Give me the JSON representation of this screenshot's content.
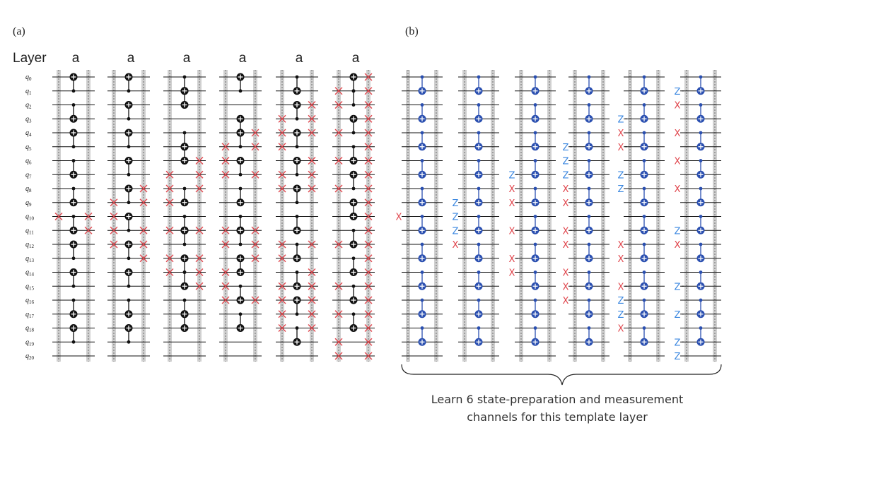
{
  "panels": {
    "a": {
      "label": "(a)",
      "layer_word": "Layer",
      "column_title": "a"
    },
    "b": {
      "label": "(b)"
    }
  },
  "qubit_prefix": "q",
  "qubit_indices": [
    "0",
    "1",
    "2",
    "3",
    "4",
    "5",
    "6",
    "7",
    "8",
    "9",
    "10",
    "11",
    "12",
    "13",
    "14",
    "15",
    "16",
    "17",
    "18",
    "19",
    "20"
  ],
  "caption": {
    "line1": "Learn 6 state-preparation and measurement",
    "line2": "channels for this template layer"
  },
  "gate_colors": {
    "cx_a": "#111111",
    "cx_b": "#2a4fb0",
    "x_error": "#e0454c",
    "z_label": "#3a87e0"
  },
  "icons": {
    "x_error": "x-mark-icon",
    "cnot_target": "cnot-target-icon",
    "brace": "curly-brace-icon"
  },
  "panel_a_columns": [
    {
      "pairs": [
        [
          0,
          1
        ],
        [
          2,
          3
        ],
        [
          4,
          5
        ],
        [
          6,
          7
        ],
        [
          8,
          9
        ],
        [
          10,
          11
        ],
        [
          12,
          13
        ],
        [
          14,
          15
        ],
        [
          16,
          17
        ],
        [
          18,
          19
        ]
      ],
      "targets": [
        0,
        3,
        4,
        7,
        9,
        11,
        12,
        14,
        17,
        18
      ],
      "x_left": [
        10
      ],
      "x_right": [
        10,
        11
      ]
    },
    {
      "pairs": [
        [
          0,
          1
        ],
        [
          2,
          3
        ],
        [
          4,
          5
        ],
        [
          6,
          7
        ],
        [
          8,
          9
        ],
        [
          10,
          11
        ],
        [
          12,
          13
        ],
        [
          14,
          15
        ],
        [
          16,
          17
        ],
        [
          18,
          19
        ]
      ],
      "targets": [
        0,
        2,
        4,
        6,
        8,
        10,
        12,
        14,
        17,
        18
      ],
      "x_left": [
        9,
        10,
        11,
        12
      ],
      "x_right": [
        8,
        9,
        11,
        12,
        13
      ]
    },
    {
      "pairs": [
        [
          0,
          1
        ],
        [
          1,
          2
        ],
        [
          4,
          5
        ],
        [
          5,
          6
        ],
        [
          8,
          9
        ],
        [
          10,
          11
        ],
        [
          11,
          12
        ],
        [
          13,
          14
        ],
        [
          14,
          15
        ],
        [
          16,
          17
        ],
        [
          17,
          18
        ]
      ],
      "targets": [
        1,
        2,
        5,
        6,
        9,
        11,
        13,
        15,
        17,
        18
      ],
      "x_left": [
        7,
        8,
        9,
        11,
        13,
        14
      ],
      "x_right": [
        6,
        7,
        8,
        11,
        13,
        14,
        15
      ]
    },
    {
      "pairs": [
        [
          0,
          1
        ],
        [
          3,
          4
        ],
        [
          4,
          5
        ],
        [
          6,
          7
        ],
        [
          8,
          9
        ],
        [
          10,
          11
        ],
        [
          11,
          12
        ],
        [
          13,
          14
        ],
        [
          15,
          16
        ],
        [
          17,
          18
        ]
      ],
      "targets": [
        0,
        3,
        4,
        6,
        9,
        11,
        13,
        14,
        16,
        18
      ],
      "x_left": [
        5,
        6,
        7,
        11,
        12,
        14,
        15,
        16
      ],
      "x_right": [
        4,
        5,
        7,
        11,
        12,
        13,
        16
      ]
    },
    {
      "pairs": [
        [
          0,
          1
        ],
        [
          2,
          3
        ],
        [
          4,
          5
        ],
        [
          6,
          7
        ],
        [
          8,
          9
        ],
        [
          10,
          11
        ],
        [
          12,
          13
        ],
        [
          14,
          15
        ],
        [
          16,
          17
        ],
        [
          18,
          19
        ]
      ],
      "targets": [
        1,
        2,
        4,
        6,
        8,
        11,
        13,
        15,
        16,
        19
      ],
      "x_left": [
        3,
        4,
        5,
        7,
        8,
        12,
        13,
        15,
        16,
        17,
        18
      ],
      "x_right": [
        2,
        3,
        4,
        6,
        7,
        8,
        12,
        14,
        15,
        16,
        17,
        18
      ]
    },
    {
      "pairs": [
        [
          0,
          1
        ],
        [
          1,
          2
        ],
        [
          3,
          4
        ],
        [
          5,
          6
        ],
        [
          7,
          8
        ],
        [
          9,
          10
        ],
        [
          11,
          12
        ],
        [
          13,
          14
        ],
        [
          15,
          16
        ],
        [
          17,
          18
        ]
      ],
      "targets": [
        0,
        3,
        6,
        7,
        9,
        10,
        12,
        14,
        16,
        18
      ],
      "x_left": [
        1,
        2,
        4,
        6,
        8,
        12,
        15,
        17,
        19,
        20
      ],
      "x_right": [
        0,
        1,
        2,
        3,
        4,
        5,
        6,
        7,
        8,
        9,
        10,
        11,
        12,
        13,
        14,
        15,
        16,
        17,
        18,
        19,
        20
      ]
    }
  ],
  "panel_b_columns": [
    {
      "left": [
        {
          "q": 10,
          "op": "X"
        }
      ]
    },
    {
      "left": [
        {
          "q": 9,
          "op": "Z"
        },
        {
          "q": 10,
          "op": "Z"
        },
        {
          "q": 11,
          "op": "Z"
        },
        {
          "q": 12,
          "op": "X"
        }
      ]
    },
    {
      "left": [
        {
          "q": 7,
          "op": "Z"
        },
        {
          "q": 8,
          "op": "X"
        },
        {
          "q": 9,
          "op": "X"
        },
        {
          "q": 11,
          "op": "X"
        },
        {
          "q": 13,
          "op": "X"
        },
        {
          "q": 14,
          "op": "X"
        }
      ]
    },
    {
      "left": [
        {
          "q": 5,
          "op": "Z"
        },
        {
          "q": 6,
          "op": "Z"
        },
        {
          "q": 7,
          "op": "Z"
        },
        {
          "q": 8,
          "op": "X"
        },
        {
          "q": 9,
          "op": "X"
        },
        {
          "q": 11,
          "op": "X"
        },
        {
          "q": 12,
          "op": "X"
        },
        {
          "q": 14,
          "op": "X"
        },
        {
          "q": 15,
          "op": "X"
        },
        {
          "q": 16,
          "op": "X"
        }
      ]
    },
    {
      "left": [
        {
          "q": 3,
          "op": "Z"
        },
        {
          "q": 4,
          "op": "X"
        },
        {
          "q": 5,
          "op": "X"
        },
        {
          "q": 7,
          "op": "Z"
        },
        {
          "q": 8,
          "op": "Z"
        },
        {
          "q": 12,
          "op": "X"
        },
        {
          "q": 13,
          "op": "X"
        },
        {
          "q": 15,
          "op": "X"
        },
        {
          "q": 16,
          "op": "Z"
        },
        {
          "q": 17,
          "op": "Z"
        },
        {
          "q": 18,
          "op": "X"
        }
      ]
    },
    {
      "left": [
        {
          "q": 1,
          "op": "Z"
        },
        {
          "q": 2,
          "op": "X"
        },
        {
          "q": 4,
          "op": "X"
        },
        {
          "q": 6,
          "op": "X"
        },
        {
          "q": 8,
          "op": "X"
        },
        {
          "q": 11,
          "op": "Z"
        },
        {
          "q": 12,
          "op": "X"
        },
        {
          "q": 15,
          "op": "Z"
        },
        {
          "q": 17,
          "op": "Z"
        },
        {
          "q": 19,
          "op": "Z"
        },
        {
          "q": 20,
          "op": "Z"
        }
      ]
    }
  ]
}
